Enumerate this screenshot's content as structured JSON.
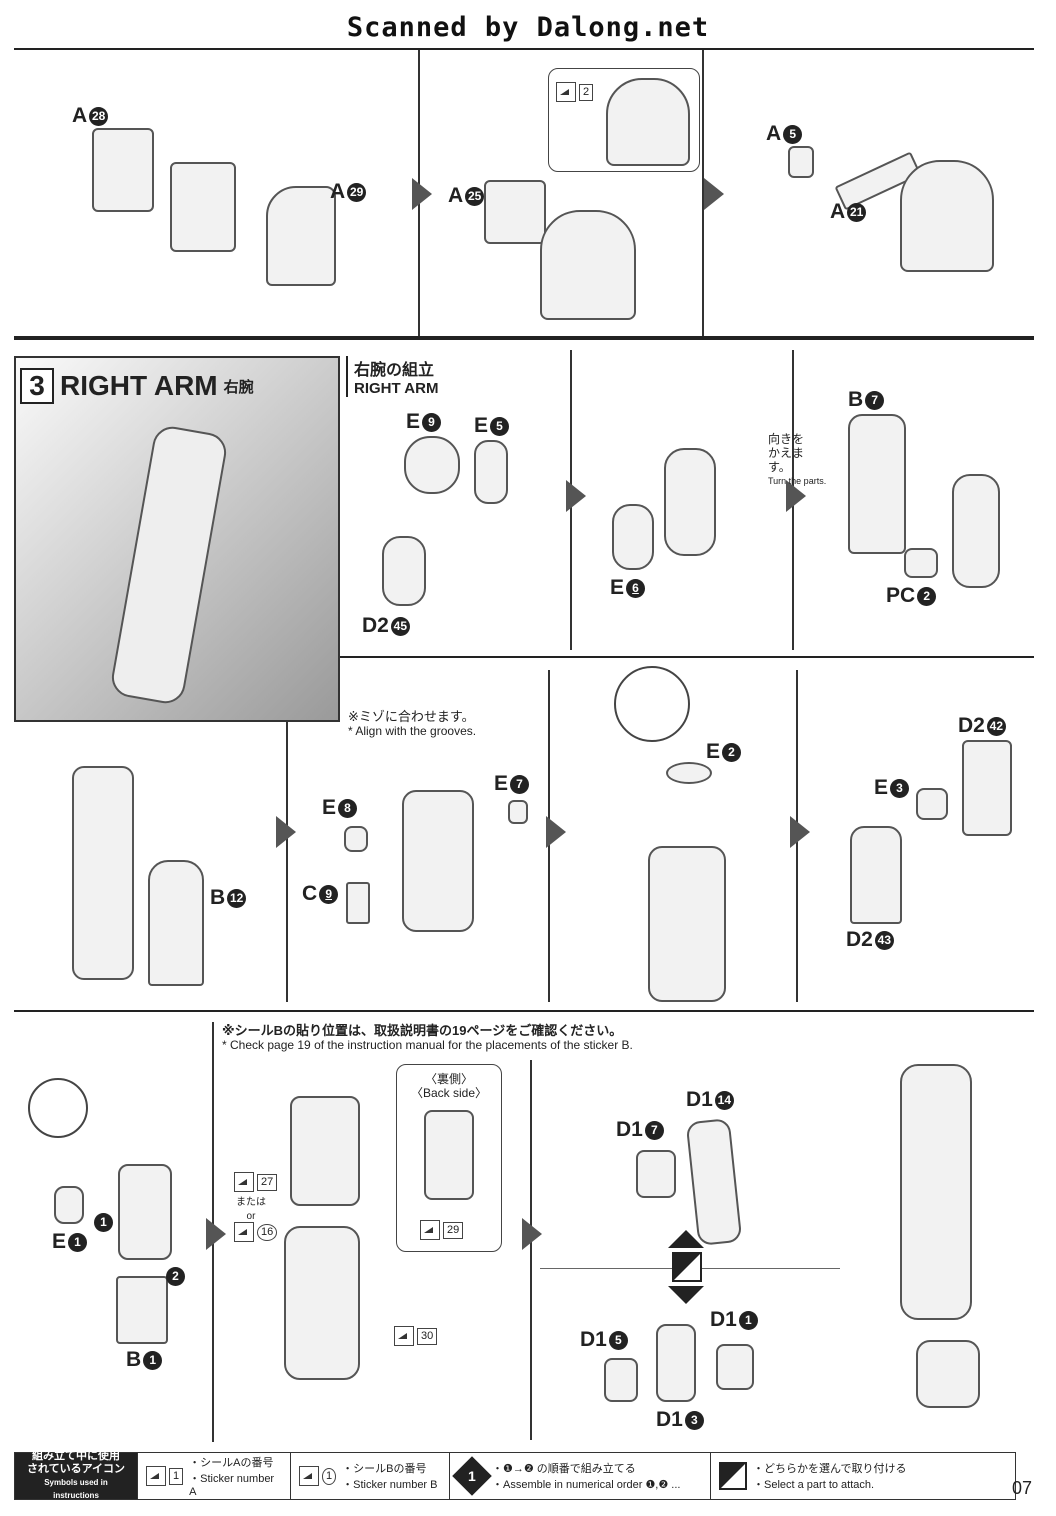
{
  "header": {
    "scan_credit": "Scanned by Dalong.net"
  },
  "top_row": {
    "labels": [
      {
        "part": "A",
        "num": "28"
      },
      {
        "part": "A",
        "num": "29"
      },
      {
        "part": "A",
        "num": "25"
      },
      {
        "part": "A",
        "num": "5"
      },
      {
        "part": "A",
        "num": "21"
      }
    ],
    "sticker": {
      "num": "2"
    }
  },
  "section3": {
    "number": "3",
    "title_en": "RIGHT ARM",
    "title_jp": "右腕",
    "sub_jp": "右腕の組立",
    "sub_en": "RIGHT ARM"
  },
  "row2": {
    "labels": [
      {
        "part": "E",
        "num": "9"
      },
      {
        "part": "E",
        "num": "5"
      },
      {
        "part": "D2",
        "num": "45"
      },
      {
        "part": "E",
        "num": "6"
      },
      {
        "part": "B",
        "num": "7"
      },
      {
        "part": "PC",
        "num": "2"
      }
    ],
    "turn_note_jp": "向きを かえます。",
    "turn_note_en": "Turn the parts."
  },
  "row3": {
    "labels": [
      {
        "part": "B",
        "num": "12"
      },
      {
        "part": "E",
        "num": "8"
      },
      {
        "part": "C",
        "num": "9"
      },
      {
        "part": "E",
        "num": "7"
      },
      {
        "part": "E",
        "num": "2"
      },
      {
        "part": "D2",
        "num": "42"
      },
      {
        "part": "E",
        "num": "3"
      },
      {
        "part": "D2",
        "num": "43"
      }
    ],
    "groove_note_jp": "※ミゾに合わせます。",
    "groove_note_en": "* Align with the grooves."
  },
  "row4": {
    "sticker_note_jp": "※シールBの貼り位置は、取扱説明書の19ページをご確認ください。",
    "sticker_note_en": "* Check page 19 of the instruction manual for the placements of the sticker B.",
    "labels": [
      {
        "part": "E",
        "num": "1"
      },
      {
        "part": "B",
        "num": "1"
      },
      {
        "part": "D1",
        "num": "14"
      },
      {
        "part": "D1",
        "num": "7"
      },
      {
        "part": "D1",
        "num": "5"
      },
      {
        "part": "D1",
        "num": "1"
      },
      {
        "part": "D1",
        "num": "3"
      }
    ],
    "stickers": [
      "27",
      "16",
      "29",
      "30"
    ],
    "or_jp": "または",
    "or_en": "or",
    "back_jp": "〈裏側〉",
    "back_en": "〈Back side〉",
    "order": [
      "1",
      "2"
    ]
  },
  "legend": {
    "head_jp1": "組み立て中に使用",
    "head_jp2": "されているアイコン",
    "head_en": "Symbols used in instructions",
    "a_num": "1",
    "a_jp": "・シールAの番号",
    "a_en": "・Sticker number A",
    "b_num": "1",
    "b_jp": "・シールBの番号",
    "b_en": "・Sticker number B",
    "order_num": "1",
    "order_jp": "・❶→❷ の順番で組み立てる",
    "order_en": "・Assemble in numerical order ❶,❷ ...",
    "choose_jp": "・どちらかを選んで取り付ける",
    "choose_en": "・Select a part to attach."
  },
  "page_number": "07"
}
